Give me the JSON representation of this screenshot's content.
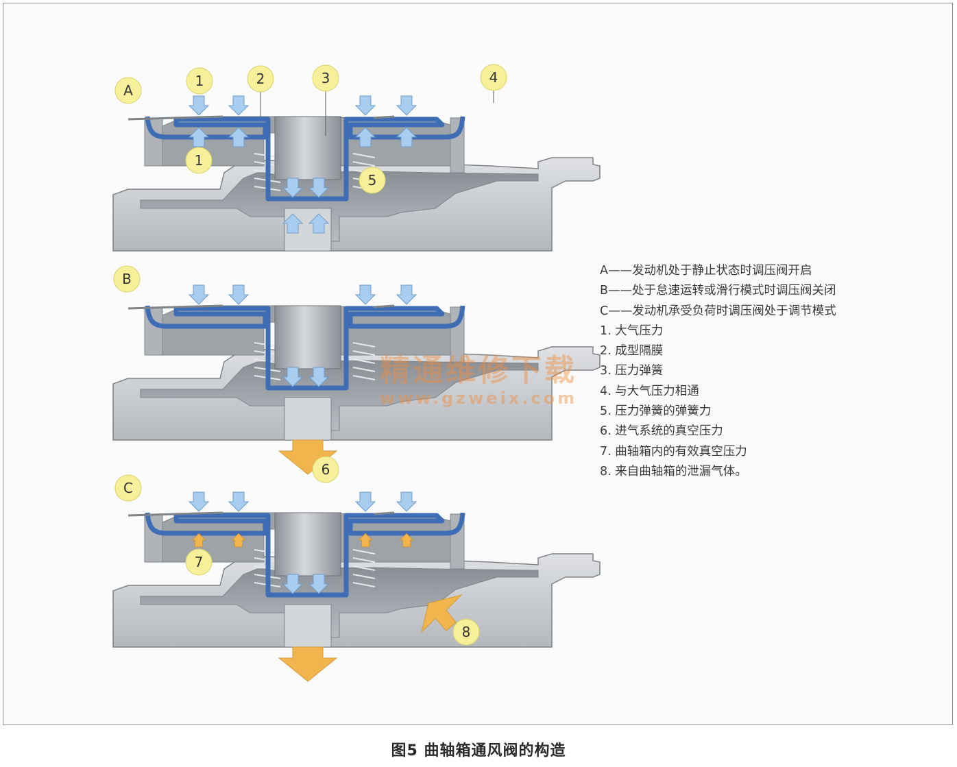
{
  "panels": [
    {
      "id": "A",
      "label": "A"
    },
    {
      "id": "B",
      "label": "B"
    },
    {
      "id": "C",
      "label": "C"
    }
  ],
  "callouts": [
    {
      "panel": "A",
      "label": "1"
    },
    {
      "panel": "A",
      "label": "1"
    },
    {
      "panel": "A",
      "label": "2"
    },
    {
      "panel": "A",
      "label": "3"
    },
    {
      "panel": "A",
      "label": "4"
    },
    {
      "panel": "A",
      "label": "5"
    },
    {
      "panel": "B",
      "label": "6"
    },
    {
      "panel": "C",
      "label": "7"
    },
    {
      "panel": "C",
      "label": "8"
    }
  ],
  "legend": [
    "A——发动机处于静止状态时调压阀开启",
    "B——处于怠速运转或滑行模式时调压阀关闭",
    "C——发动机承受负荷时调压阀处于调节模式",
    "1. 大气压力",
    "2. 成型隔膜",
    "3. 压力弹簧",
    "4. 与大气压力相通",
    "5. 压力弹簧的弹簧力",
    "6. 进气系统的真空压力",
    "7. 曲轴箱内的有效真空压力",
    "8. 来自曲轴箱的泄漏气体。"
  ],
  "caption": "图5 曲轴箱通风阀的构造",
  "watermark": {
    "line1": "精通维修下载",
    "line2": "www.gzweix.com"
  },
  "colors": {
    "housing": "#c9ccd0",
    "housing_dark": "#7e8388",
    "cavity": "#a7abb0",
    "diaphragm": "#3f6db5",
    "arrow_blue": "#a9cdef",
    "arrow_orange": "#f2b44d",
    "callout_fill": "#f6f09a"
  }
}
